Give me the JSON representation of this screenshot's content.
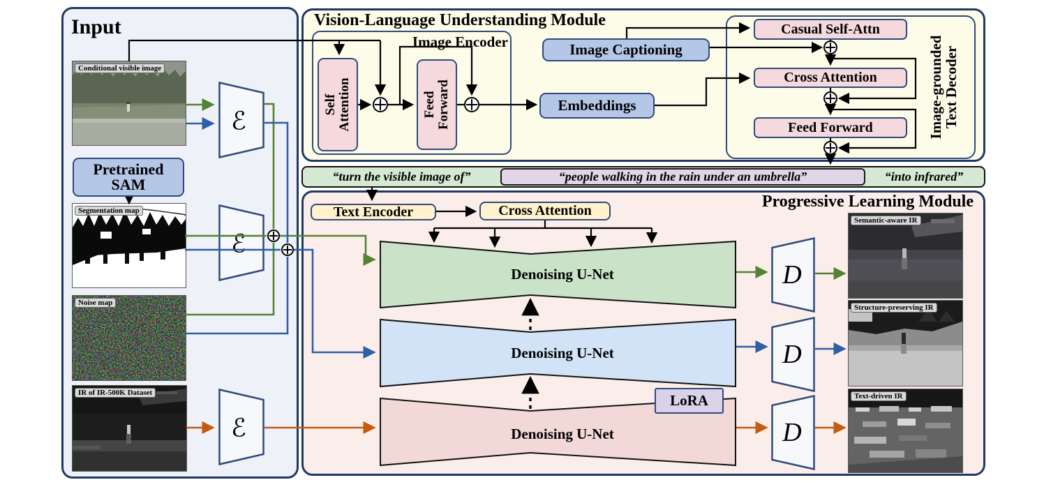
{
  "colors": {
    "panel_border": "#1f3864",
    "input_bg": "#eef1f7",
    "vlu_bg": "#fdfce9",
    "plm_bg": "#fbeeea",
    "band_green": "#d5e8d4",
    "prompt_purple": "#e1d5e7",
    "box_blue": "#b4c7e7",
    "box_pink": "#f5d9dd",
    "box_yellow": "#fff2cc",
    "lora_purple": "#d9d2e9",
    "unet_green": "#c9e2c8",
    "unet_blue": "#d2e3f7",
    "unet_pink": "#f2d8d6",
    "wire_green": "#548235",
    "wire_blue": "#2e5fa8",
    "wire_orange": "#c55a11"
  },
  "input": {
    "title": "Input",
    "conditional_image_label": "Conditional visible image",
    "pretrained_sam_line1": "Pretrained",
    "pretrained_sam_line2": "SAM",
    "segmentation_map_label": "Segmentation map",
    "noise_map_label": "Noise map",
    "ir_dataset_label": "IR of IR-500K Dataset",
    "encoder_symbol": "ℰ"
  },
  "vlu": {
    "title": "Vision-Language Understanding Module",
    "image_encoder_label": "Image Encoder",
    "self_attention_line1": "Self",
    "self_attention_line2": "Attention",
    "feed_forward_line1": "Feed",
    "feed_forward_line2": "Forward",
    "image_captioning": "Image Captioning",
    "embeddings": "Embeddings",
    "casual_self_attn": "Casual Self-Attn",
    "cross_attention": "Cross Attention",
    "feed_forward": "Feed Forward",
    "text_decoder_line1": "Image-grounded",
    "text_decoder_line2": "Text Decoder"
  },
  "prompt": {
    "left": "“turn the visible image of”",
    "middle": "“people walking in the rain under an umbrella”",
    "right": "“into infrared”"
  },
  "plm": {
    "title": "Progressive Learning Module",
    "text_encoder": "Text Encoder",
    "cross_attention": "Cross Attention",
    "unet_semantic": "Denoising U-Net",
    "unet_structure": "Denoising U-Net",
    "unet_text": "Denoising U-Net",
    "lora": "LoRA",
    "decoder_symbol": "D",
    "output_semantic_label": "Semantic-aware IR",
    "output_structure_label": "Structure-preserving IR",
    "output_text_label": "Text-driven IR"
  }
}
